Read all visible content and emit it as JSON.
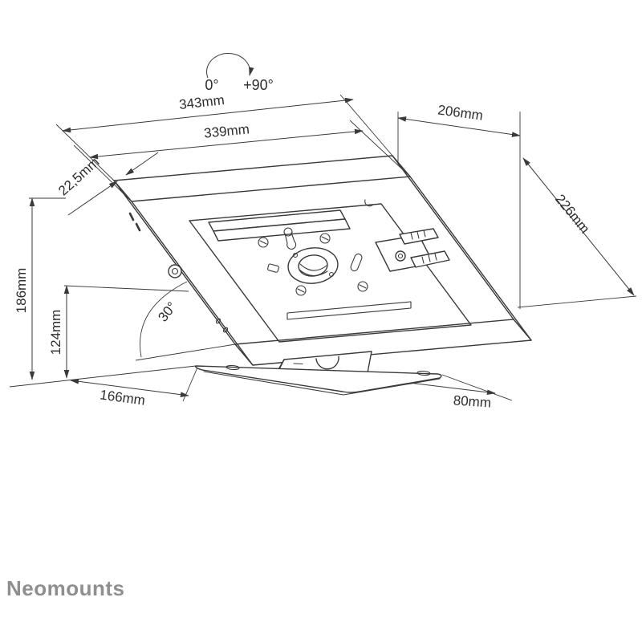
{
  "page": {
    "background": "#ffffff",
    "line_color": "#3a3a3a"
  },
  "logo": {
    "text": "Neomounts",
    "color": "#8f8f8f"
  },
  "rotation_indicator": {
    "start_label": "0°",
    "end_label": "+90°"
  },
  "dimensions": {
    "top_width_outer": "343mm",
    "top_width_inner": "339mm",
    "top_depth": "206mm",
    "side_depth": "226mm",
    "enclosure_thickness": "22,5mm",
    "total_height": "186mm",
    "pivot_height": "124mm",
    "base_depth": "166mm",
    "base_width": "80mm",
    "tilt_angle": "30°"
  }
}
